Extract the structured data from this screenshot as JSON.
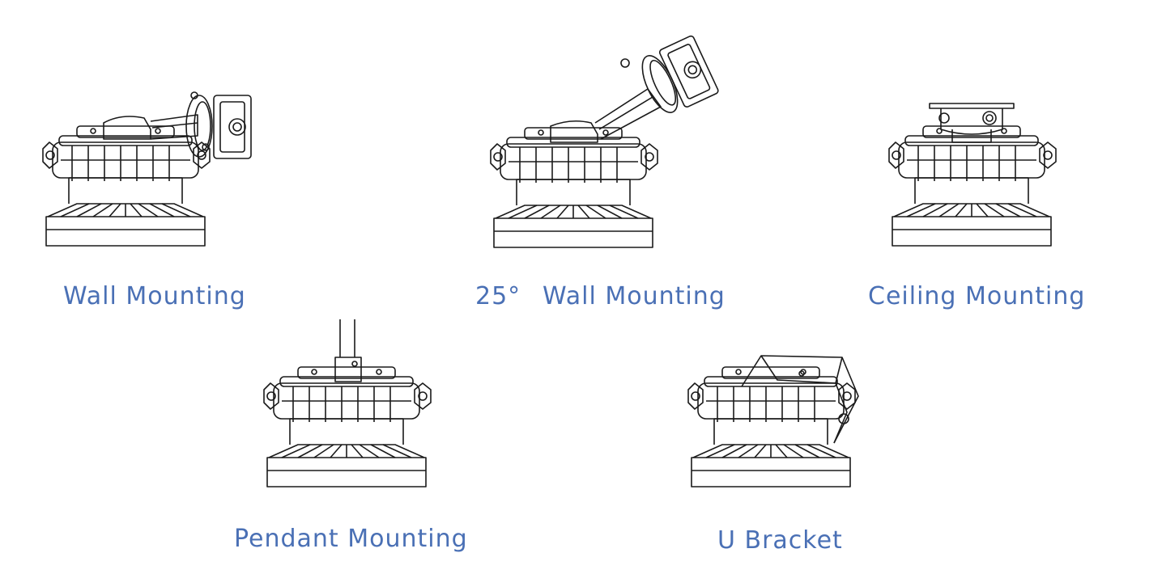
{
  "options": [
    {
      "id": "wall",
      "label": "Wall Mounting"
    },
    {
      "id": "wall25",
      "angle": "25°",
      "label": "Wall Mounting"
    },
    {
      "id": "ceiling",
      "label": "Ceiling Mounting"
    },
    {
      "id": "pendant",
      "label": "Pendant Mounting"
    },
    {
      "id": "ubracket",
      "label": "U Bracket"
    }
  ],
  "colors": {
    "label": "#4a70b5",
    "line": "#1a1a1a"
  }
}
